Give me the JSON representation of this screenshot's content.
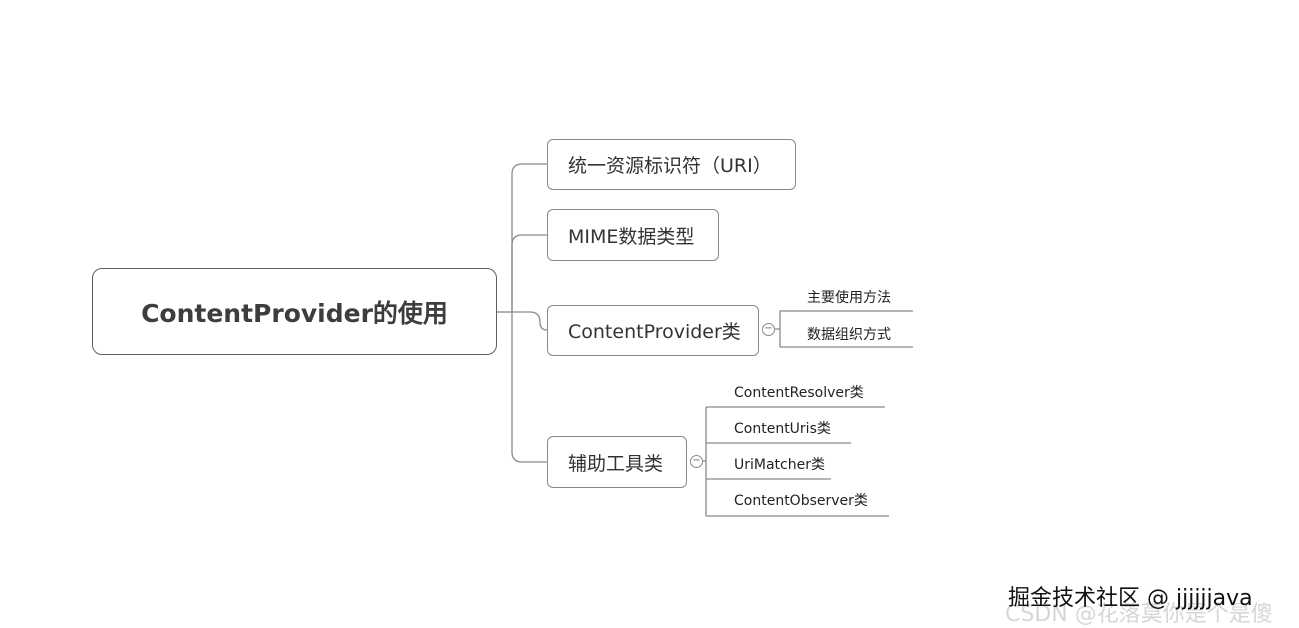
{
  "root": {
    "label": "ContentProvider的使用"
  },
  "branches": [
    {
      "label": "统一资源标识符（URI）"
    },
    {
      "label": "MIME数据类型"
    },
    {
      "label": "ContentProvider类",
      "children": [
        "主要使用方法",
        "数据组织方式"
      ]
    },
    {
      "label": "辅助工具类",
      "children": [
        "ContentResolver类",
        "ContentUris类",
        "UriMatcher类",
        "ContentObserver类"
      ]
    }
  ],
  "collapse_symbol": "−",
  "watermarks": {
    "primary": "掘金技术社区 @ jjjjjjava",
    "secondary": "CSDN @花落莫你是个是傻"
  },
  "colors": {
    "node_border": "#8a8a8a",
    "root_border": "#5a6070",
    "connector": "#8a8a8a",
    "text": "#333333"
  }
}
